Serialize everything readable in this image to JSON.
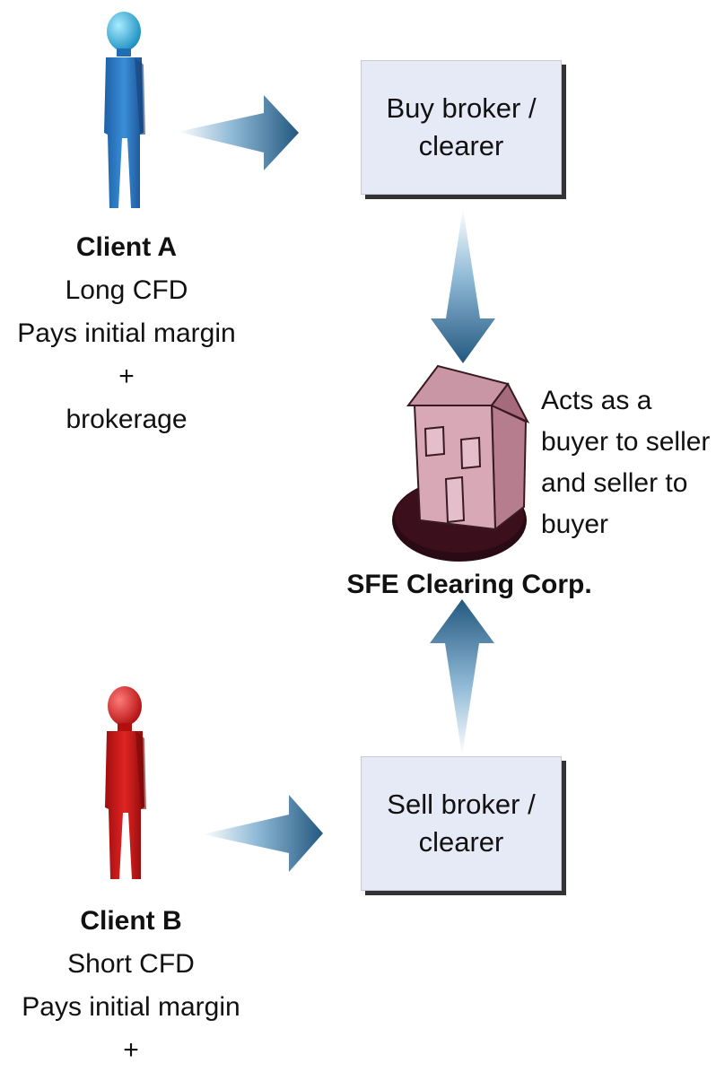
{
  "client_a": {
    "title": "Client A",
    "lines": [
      "Long CFD",
      "Pays initial margin",
      "+",
      "brokerage"
    ],
    "figure_color": "#2f7fc8",
    "head_color": "#35b8e8"
  },
  "client_b": {
    "title": "Client B",
    "lines": [
      "Short CFD",
      "Pays initial margin",
      "+"
    ],
    "figure_color": "#d21a1a"
  },
  "buy_broker": {
    "lines": [
      "Buy broker /",
      "clearer"
    ]
  },
  "sell_broker": {
    "lines": [
      "Sell broker /",
      "clearer"
    ]
  },
  "clearing_house": {
    "name": "SFE Clearing Corp.",
    "note_lines": [
      "Acts as a",
      "buyer to seller",
      "and seller to",
      "buyer"
    ],
    "building_color": "#d8a8b6",
    "base_color": "#2a0a14"
  },
  "colors": {
    "arrow_dark": "#23587f",
    "arrow_light": "#e8f3fb",
    "box_fill": "#e6eaf6"
  }
}
